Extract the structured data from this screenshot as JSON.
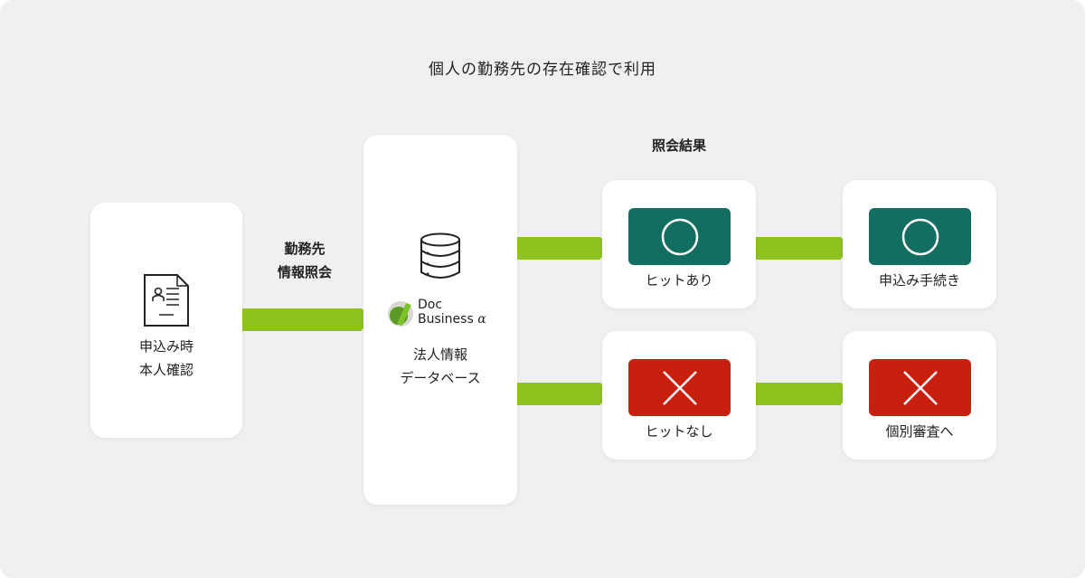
{
  "title": "個人の勤務先の存在確認で利用",
  "source": {
    "line1": "申込み時",
    "line2": "本人確認",
    "icon": "document-person-icon"
  },
  "query_label": {
    "line1": "勤務先",
    "line2": "情報照会"
  },
  "database": {
    "icon": "database-icon",
    "logo": "Doc Business α",
    "line1": "法人情報",
    "line2": "データベース"
  },
  "results_label": "照会結果",
  "results": [
    {
      "text": "ヒットあり",
      "icon": "circle-icon",
      "color": "#136e62"
    },
    {
      "text": "ヒットなし",
      "icon": "cross-icon",
      "color": "#c8200e"
    }
  ],
  "outcomes": [
    {
      "text": "申込み手続き",
      "icon": "circle-icon",
      "color": "#136e62"
    },
    {
      "text": "個別審査へ",
      "icon": "cross-icon",
      "color": "#c8200e"
    }
  ],
  "colors": {
    "arrow": "#8dc21f",
    "background": "#eff0ef"
  }
}
